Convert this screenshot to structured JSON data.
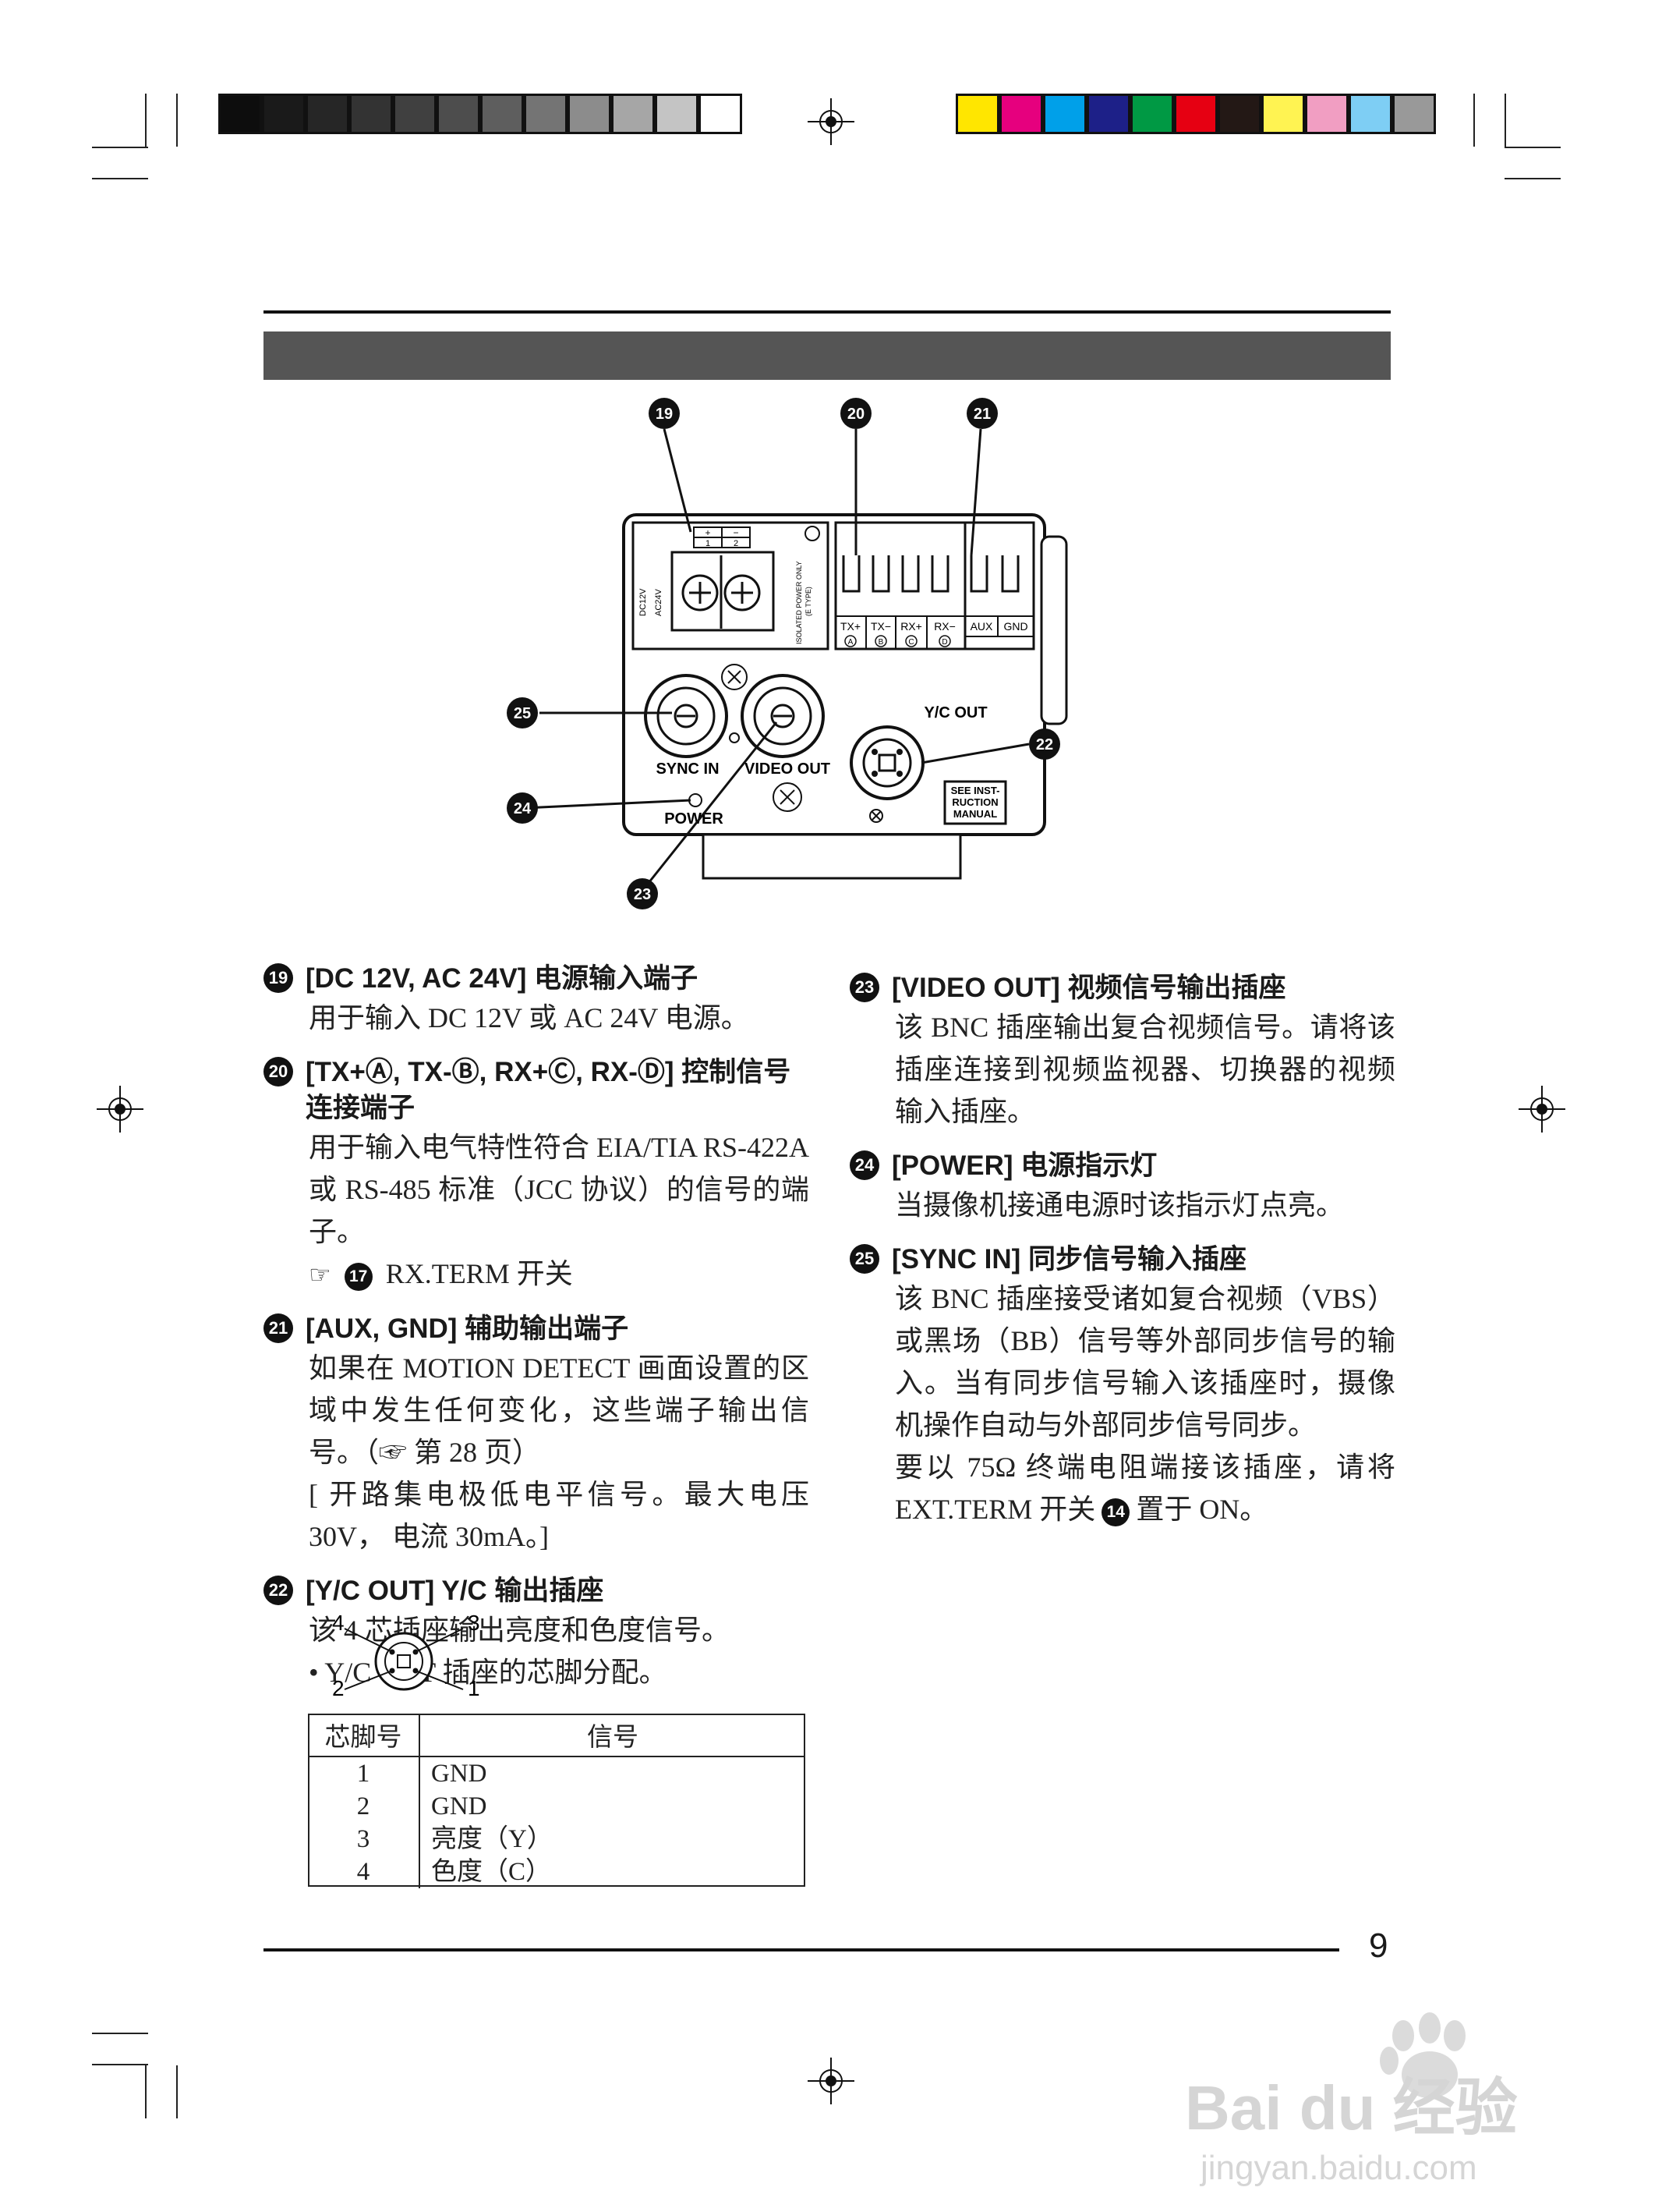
{
  "colors": {
    "gray_swatches": [
      "#0d0d0d",
      "#1a1a1a",
      "#262626",
      "#333333",
      "#404040",
      "#4d4d4d",
      "#5e5e5e",
      "#747474",
      "#8c8c8c",
      "#a6a6a6",
      "#c4c4c4",
      "#ffffff"
    ],
    "color_swatches": [
      "#ffe600",
      "#e6007e",
      "#00a0e9",
      "#1d2088",
      "#009944",
      "#e60012",
      "#231815",
      "#fff352",
      "#f19ec2",
      "#7ecef4",
      "#999999"
    ],
    "header_bar": "#555555"
  },
  "figure": {
    "callouts": [
      "19",
      "20",
      "21",
      "22",
      "23",
      "24",
      "25"
    ],
    "labels": {
      "sync_in": "SYNC IN",
      "video_out": "VIDEO OUT",
      "power": "POWER",
      "yc_out": "Y/C OUT",
      "see_manual_1": "SEE INST-",
      "see_manual_2": "RUCTION",
      "see_manual_3": "MANUAL",
      "tx_plus": "TX+",
      "tx_minus": "TX−",
      "rx_plus": "RX+",
      "rx_minus": "RX−",
      "aux": "AUX",
      "gnd": "GND",
      "isolated": "ISOLATED POWER ONLY",
      "isolated_sub": "(E TYPE)",
      "dc12v": "DC12V",
      "ac24v": "AC24V",
      "a": "A",
      "b": "B",
      "c": "C",
      "d": "D",
      "plus": "+",
      "minus": "−",
      "t1": "1",
      "t2": "2"
    }
  },
  "left_column": [
    {
      "num": "19",
      "head": "[DC 12V, AC 24V] 电源输入端子",
      "body": [
        "用于输入 DC 12V 或 AC 24V 电源。"
      ]
    },
    {
      "num": "20",
      "head": "[TX+Ⓐ, TX-Ⓑ, RX+Ⓒ, RX-Ⓓ] 控制信号连接端子",
      "body": [
        "用于输入电气特性符合 EIA/TIA RS-422A 或 RS-485 标准（JCC 协议）的信号的端子。"
      ],
      "ref_icon": "☞",
      "ref_num": "17",
      "ref_text": "RX.TERM 开关"
    },
    {
      "num": "21",
      "head": "[AUX, GND] 辅助输出端子",
      "body": [
        "如果在 MOTION DETECT 画面设置的区域中发生任何变化，这些端子输出信号。（☞ 第 28 页）",
        "[ 开路集电极低电平信号。最大电压 30V， 电流 30mA。]"
      ]
    },
    {
      "num": "22",
      "head": "[Y/C OUT] Y/C 输出插座",
      "body": [
        "该 4 芯插座输出亮度和色度信号。",
        "• Y/C OUT 插座的芯脚分配。"
      ]
    }
  ],
  "right_column": [
    {
      "num": "23",
      "head": "[VIDEO OUT] 视频信号输出插座",
      "body": [
        "该 BNC 插座输出复合视频信号。请将该插座连接到视频监视器、切换器的视频输入插座。"
      ]
    },
    {
      "num": "24",
      "head": "[POWER] 电源指示灯",
      "body": [
        "当摄像机接通电源时该指示灯点亮。"
      ]
    },
    {
      "num": "25",
      "head": "[SYNC IN] 同步信号输入插座",
      "body": [
        "该 BNC 插座接受诸如复合视频（VBS）或黑场（BB）信号等外部同步信号的输入。当有同步信号输入该插座时，摄像机操作自动与外部同步信号同步。"
      ],
      "last_before": "要以 75Ω 终端电阻端接该插座，请将 EXT.TERM 开关",
      "last_num": "14",
      "last_after": "置于 ON。"
    }
  ],
  "pin_diagram": {
    "pins": [
      "4",
      "3",
      "2",
      "1"
    ]
  },
  "pin_table": {
    "headers": [
      "芯脚号",
      "信号"
    ],
    "rows": [
      [
        "1",
        "GND"
      ],
      [
        "2",
        "GND"
      ],
      [
        "3",
        "亮度（Y）"
      ],
      [
        "4",
        "色度（C）"
      ]
    ]
  },
  "page_number": "9",
  "watermark": {
    "brand": "Bai du 经验",
    "url": "jingyan.baidu.com"
  }
}
